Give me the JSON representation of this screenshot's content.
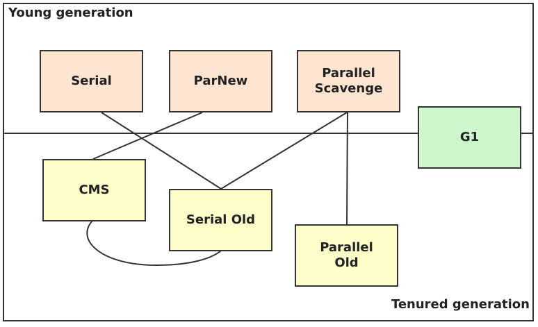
{
  "regions": {
    "young_label": "Young generation",
    "tenured_label": "Tenured generation"
  },
  "collectors": {
    "serial": "Serial",
    "parnew": "ParNew",
    "parallel_scavenge": "Parallel\nScavenge",
    "g1": "G1",
    "cms": "CMS",
    "serial_old": "Serial Old",
    "parallel_old": "Parallel\nOld"
  },
  "connections": [
    [
      "serial",
      "serial_old"
    ],
    [
      "parnew",
      "cms"
    ],
    [
      "parallel_scavenge",
      "serial_old"
    ],
    [
      "parallel_scavenge",
      "parallel_old"
    ],
    [
      "cms",
      "serial_old"
    ]
  ],
  "colors": {
    "young_fill": "#fde5d1",
    "tenured_fill": "#fefecb",
    "g1_fill": "#cdf6cd",
    "stroke": "#333333"
  }
}
